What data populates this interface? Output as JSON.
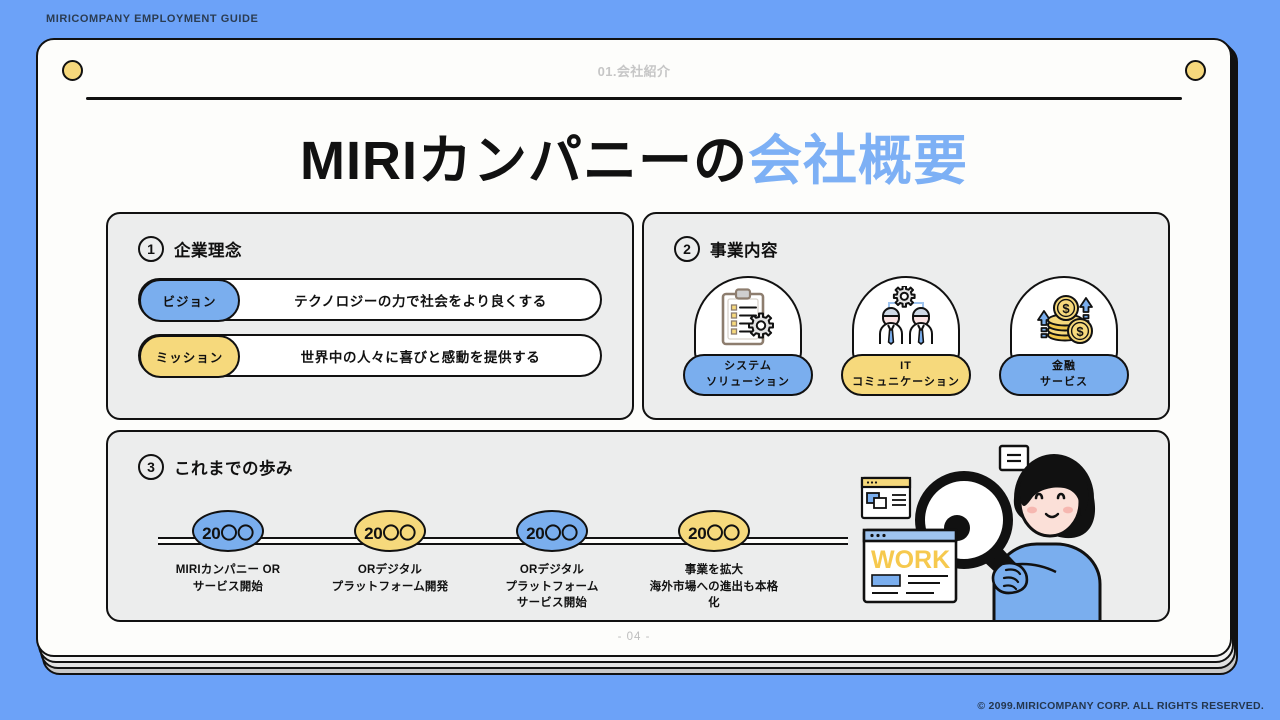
{
  "outer": {
    "top_label": "MIRICOMPANY EMPLOYMENT GUIDE",
    "copyright": "© 2099.MIRICOMPANY CORP. ALL RIGHTS RESERVED."
  },
  "slide": {
    "section_tag": "01.会社紹介",
    "title_main": "MIRIカンパニーの",
    "title_highlight": "会社概要",
    "page_number": "- 04 -"
  },
  "philosophy": {
    "number": "1",
    "title": "企業理念",
    "rows": [
      {
        "pill": "ビジョン",
        "text": "テクノロジーの力で社会をより良くする"
      },
      {
        "pill": "ミッション",
        "text": "世界中の人々に喜びと感動を提供する"
      }
    ]
  },
  "business": {
    "number": "2",
    "title": "事業内容",
    "items": [
      {
        "icon": "clipboard-gear-icon",
        "label_line1": "システム",
        "label_line2": "ソリューション"
      },
      {
        "icon": "people-gear-icon",
        "label_line1": "IT",
        "label_line2": "コミュニケーション"
      },
      {
        "icon": "coins-growth-icon",
        "label_line1": "金融",
        "label_line2": "サービス"
      }
    ]
  },
  "history": {
    "number": "3",
    "title": "これまでの歩み",
    "milestones": [
      {
        "year": "20〇〇",
        "caption": "MIRIカンパニー OR\nサービス開始"
      },
      {
        "year": "20〇〇",
        "caption": "ORデジタル\nプラットフォーム開発"
      },
      {
        "year": "20〇〇",
        "caption": "ORデジタル\nプラットフォーム\nサービス開始"
      },
      {
        "year": "20〇〇",
        "caption": "事業を拡大\n海外市場への進出も本格\n化"
      }
    ],
    "illustration": {
      "name": "woman-with-magnifier-illustration",
      "browser_text": "WORK"
    }
  },
  "colors": {
    "background": "#6ca2f8",
    "accent_blue": "#7aaeee",
    "accent_yellow": "#f6d97c",
    "title_highlight": "#7db0f5",
    "card_bg": "#eceded",
    "ink": "#111111"
  }
}
